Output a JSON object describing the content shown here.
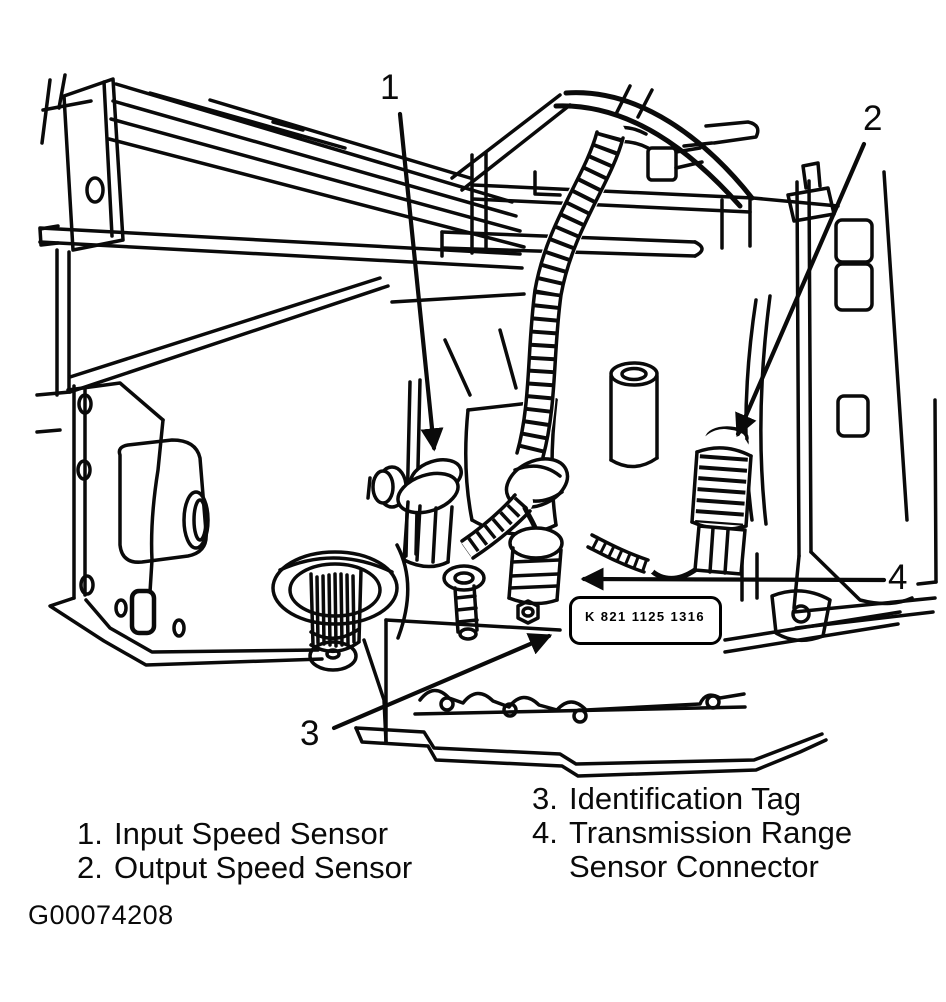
{
  "figure": {
    "id_code": "G00074208",
    "identification_tag": {
      "text": "K 821 1125 1316"
    },
    "callouts": {
      "c1": "1",
      "c2": "2",
      "c3": "3",
      "c4": "4"
    },
    "legend": {
      "left": [
        {
          "number": "1.",
          "label": "Input Speed Sensor"
        },
        {
          "number": "2.",
          "label": "Output Speed Sensor"
        }
      ],
      "right": [
        {
          "number": "3.",
          "label": "Identification Tag"
        },
        {
          "number": "4.",
          "label": "Transmission Range\nSensor Connector"
        }
      ]
    },
    "colors": {
      "ink": "#000000",
      "paper": "#ffffff"
    }
  }
}
